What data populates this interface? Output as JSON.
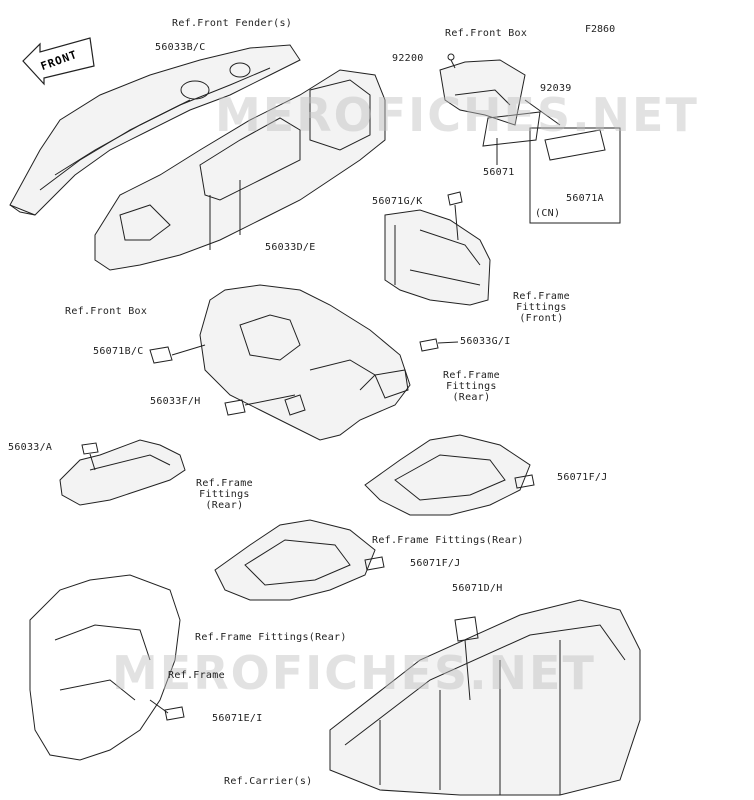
{
  "figure_id": "F2860",
  "watermark": "MEROFICHES.NET",
  "front_label": "FRONT",
  "labels": {
    "ref_front_fenders": "Ref.Front Fender(s)",
    "p56033bc": "56033B/C",
    "ref_front_box_top": "Ref.Front Box",
    "p92200": "92200",
    "p92039": "92039",
    "p56071": "56071",
    "p56071a": "56071A",
    "cn": "(CN)",
    "p56033de": "56033D/E",
    "ref_front_box_left": "Ref.Front Box",
    "p56071gk": "56071G/K",
    "ref_frame_fittings_front": "Ref.Frame\nFittings\n(Front)",
    "p56071bc": "56071B/C",
    "p56033gi": "56033G/I",
    "ref_frame_fittings_rear_1": "Ref.Frame\nFittings\n(Rear)",
    "p56033fh": "56033F/H",
    "p56033a": "56033/A",
    "ref_frame_fittings_rear_2": "Ref.Frame\nFittings\n(Rear)",
    "p56071fj_1": "56071F/J",
    "ref_frame_fittings_rear_3": "Ref.Frame Fittings(Rear)",
    "p56071fj_2": "56071F/J",
    "ref_frame_fittings_rear_4": "Ref.Frame Fittings(Rear)",
    "p56071dh": "56071D/H",
    "ref_frame": "Ref.Frame",
    "p56071ei": "56071E/I",
    "ref_carriers": "Ref.Carrier(s)"
  }
}
